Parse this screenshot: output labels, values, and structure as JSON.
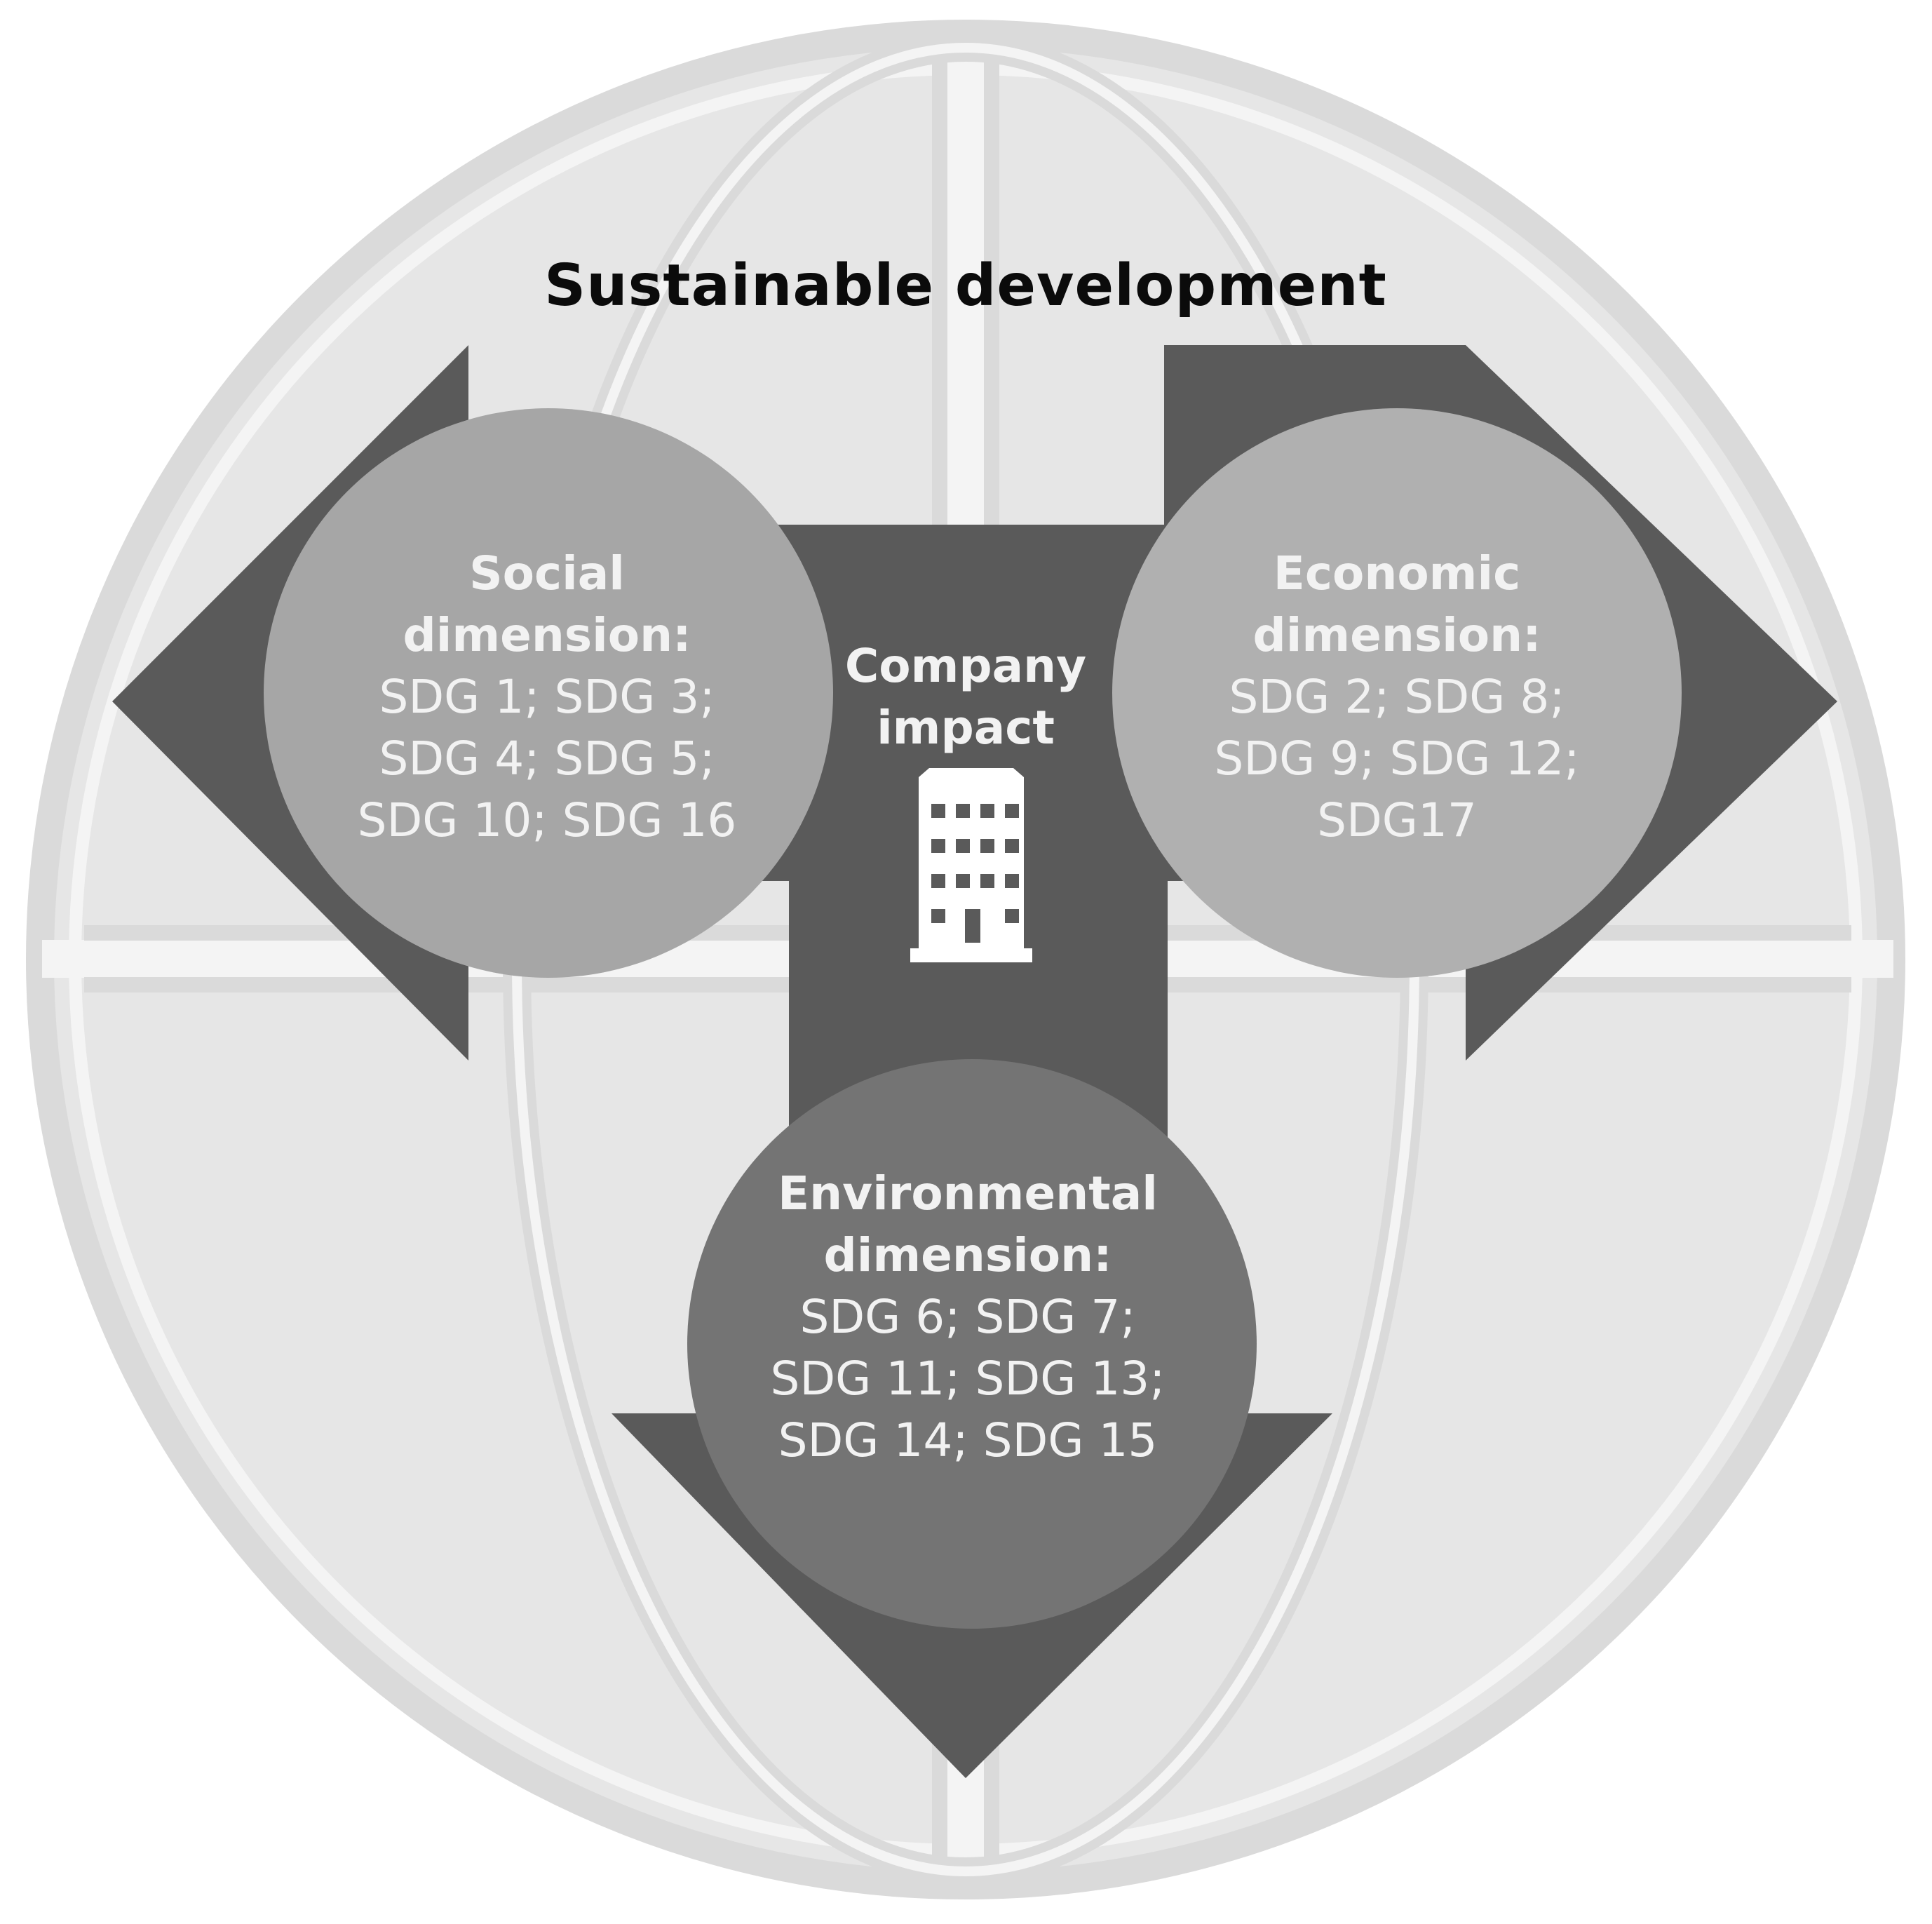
{
  "title": "Sustainable development",
  "center": {
    "label": "Company impact",
    "icon": "building-icon"
  },
  "dimensions": {
    "social": {
      "heading": "Social dimension:",
      "sdgs": "SDG 1; SDG  3; SDG 4; SDG 5; SDG 10; SDG 16"
    },
    "economic": {
      "heading": "Economic dimension:",
      "sdgs": "SDG 2; SDG 8; SDG 9; SDG 12; SDG17"
    },
    "environmental": {
      "heading": "Environmental dimension:",
      "sdgs": "SDG 6; SDG 7; SDG 11; SDG 13; SDG 14; SDG 15"
    }
  },
  "colors": {
    "globe": "#dadada",
    "globe_fill": "#e6e6e6",
    "arrow": "#5a5a5a",
    "social_circle": "#a6a6a6",
    "economic_circle": "#b0b0b0",
    "environmental_circle": "#747474"
  }
}
